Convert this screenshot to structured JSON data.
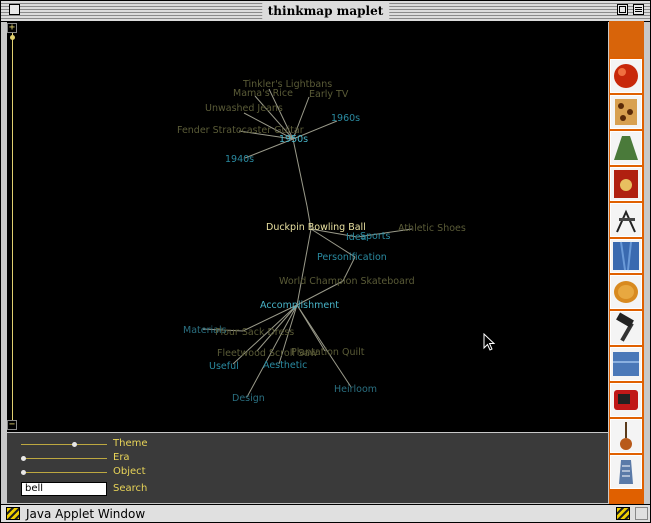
{
  "window": {
    "title": "thinkmap maplet",
    "status": "Java Applet Window"
  },
  "zoom_slider": {
    "plus": "+",
    "minus": "−"
  },
  "graph": {
    "nodes": [
      {
        "label": "Tinkler's Lightbans",
        "color": "olive"
      },
      {
        "label": "Mama's Rice",
        "color": "olive"
      },
      {
        "label": "Early TV",
        "color": "olive"
      },
      {
        "label": "Unwashed Jeans",
        "color": "olive"
      },
      {
        "label": "1960s",
        "color": "teal"
      },
      {
        "label": "Fender Stratocaster Guitar",
        "color": "olive"
      },
      {
        "label": "1950s",
        "color": "cyan"
      },
      {
        "label": "1940s",
        "color": "teal"
      },
      {
        "label": "Duckpin Bowling Ball",
        "color": "bright"
      },
      {
        "label": "Idea",
        "color": "teal"
      },
      {
        "label": "Sports",
        "color": "teal"
      },
      {
        "label": "Athletic Shoes",
        "color": "olive"
      },
      {
        "label": "Personification",
        "color": "teal"
      },
      {
        "label": "World Champion Skateboard",
        "color": "olive"
      },
      {
        "label": "Accomplishment",
        "color": "cyan"
      },
      {
        "label": "Materials",
        "color": "tealdim"
      },
      {
        "label": "Flour Sack Dress",
        "color": "olive"
      },
      {
        "label": "Fleetwood Scroll Saw",
        "color": "olive"
      },
      {
        "label": "Plantation Quilt",
        "color": "olive"
      },
      {
        "label": "Useful",
        "color": "teal"
      },
      {
        "label": "Aesthetic",
        "color": "teal"
      },
      {
        "label": "Heirloom",
        "color": "tealdim"
      },
      {
        "label": "Design",
        "color": "tealdim"
      }
    ]
  },
  "controls": {
    "theme": {
      "label": "Theme",
      "level": 0.62
    },
    "era": {
      "label": "Era",
      "level": 0.02
    },
    "object": {
      "label": "Object",
      "level": 0.02
    },
    "search": {
      "label": "Search",
      "value": "bell"
    }
  },
  "thumbnails": [
    {
      "name": "bowling-ball-thumbnail"
    },
    {
      "name": "animal-print-thumbnail"
    },
    {
      "name": "green-dress-thumbnail"
    },
    {
      "name": "rice-box-thumbnail"
    },
    {
      "name": "scroll-saw-thumbnail"
    },
    {
      "name": "denim-thumbnail"
    },
    {
      "name": "pie-thumbnail"
    },
    {
      "name": "hammer-thumbnail"
    },
    {
      "name": "jeans-thumbnail"
    },
    {
      "name": "radio-thumbnail"
    },
    {
      "name": "guitar-thumbnail"
    },
    {
      "name": "shoe-thumbnail"
    }
  ],
  "colors": {
    "canvas_bg": "#000000",
    "accent_orange": "#e06000",
    "control_label": "#e8d458"
  }
}
